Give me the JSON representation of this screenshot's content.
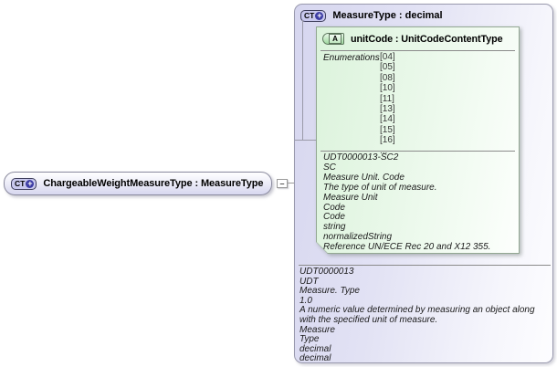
{
  "icons": {
    "ct_label": "CT",
    "plus_glyph": "+",
    "attribute_letter": "A",
    "minus_glyph": "–"
  },
  "colors": {
    "panel_fill": "#d6d6ef",
    "attribute_fill": "#dcf3dc",
    "ct_icon_fill": "#c9c9ee",
    "plus_circle": "#3c3ca4",
    "border_gray": "#9a9aae",
    "border_green": "#93a893"
  },
  "element": {
    "label": "ChargeableWeightMeasureType : MeasureType"
  },
  "panel": {
    "title": "MeasureType : decimal",
    "attribute_box": {
      "title": "unitCode : UnitCodeContentType",
      "enumerations_label": "Enumerations",
      "enumeration_values": [
        "[04]",
        "[05]",
        "[08]",
        "[10]",
        "[11]",
        "[13]",
        "[14]",
        "[15]",
        "[16]",
        "..."
      ],
      "doc_lines": [
        "UDT0000013-SC2",
        "SC",
        "Measure Unit. Code",
        "The type of unit of measure.",
        "Measure Unit",
        "Code",
        "Code",
        "string",
        "normalizedString",
        "Reference UN/ECE Rec 20 and X12 355."
      ]
    },
    "doc_lines": [
      "UDT0000013",
      "UDT",
      "Measure. Type",
      "1.0",
      "A numeric value determined by measuring an object along with the specified unit of measure.",
      "Measure",
      "Type",
      "decimal",
      "decimal"
    ]
  }
}
